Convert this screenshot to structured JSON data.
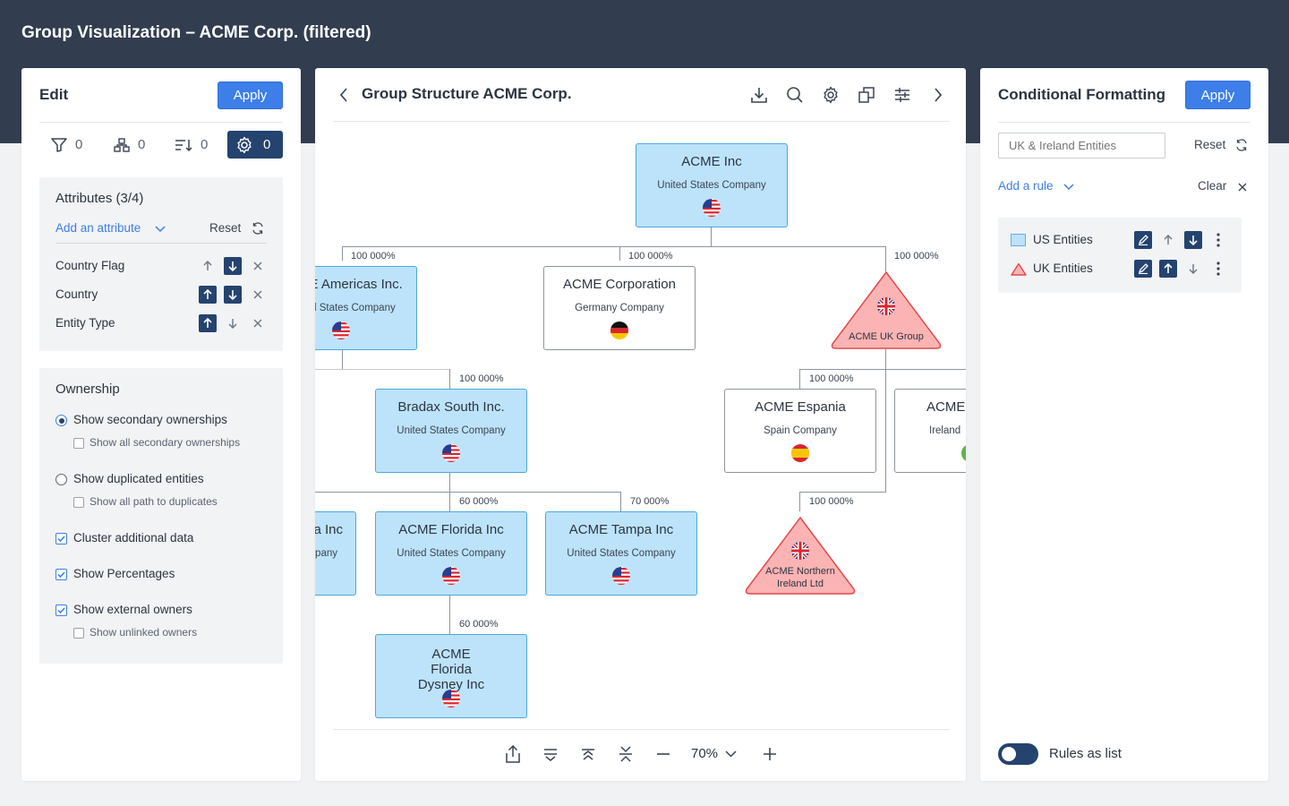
{
  "app": {
    "title": "Group Visualization – ACME Corp. (filtered)"
  },
  "edit": {
    "title": "Edit",
    "apply": "Apply",
    "tools": [
      {
        "icon": "filter-icon",
        "count": "0"
      },
      {
        "icon": "hierarchy-icon",
        "count": "0"
      },
      {
        "icon": "sort-icon",
        "count": "0"
      },
      {
        "icon": "gear-icon",
        "count": "0"
      }
    ],
    "attributes": {
      "title": "Attributes (3/4)",
      "add_label": "Add an attribute",
      "reset_label": "Reset",
      "items": [
        {
          "label": "Country Flag"
        },
        {
          "label": "Country"
        },
        {
          "label": "Entity Type"
        }
      ]
    },
    "ownership": {
      "title": "Ownership",
      "show_secondary": "Show secondary ownerships",
      "show_all_secondary": "Show all secondary ownerships",
      "show_duplicated": "Show duplicated entities",
      "show_all_path": "Show all path to duplicates",
      "cluster": "Cluster additional data",
      "percentages": "Show Percentages",
      "external": "Show external owners",
      "unlinked": "Show unlinked owners"
    }
  },
  "center": {
    "title": "Group Structure ACME Corp.",
    "zoom": "70%",
    "nodes": {
      "acme_inc": {
        "name": "ACME Inc",
        "sub": "United States Company"
      },
      "americas": {
        "name": "ACME Americas Inc.",
        "sub": "United States Company",
        "pct": "100 000%"
      },
      "corporation": {
        "name": "ACME Corporation",
        "sub": "Germany Company",
        "pct": "100 000%"
      },
      "uk_group": {
        "name": "ACME UK Group",
        "pct": "100 000%"
      },
      "bradax": {
        "name": "Bradax South Inc.",
        "sub": "United States Company",
        "pct": "100 000%"
      },
      "espania": {
        "name": "ACME Espania",
        "sub": "Spain Company",
        "pct": "100 000%"
      },
      "ireland": {
        "name": "ACME",
        "sub": "Ireland"
      },
      "partial": {
        "name": "ACME Alpha Inc",
        "sub": "United States Company"
      },
      "florida": {
        "name": "ACME Florida Inc",
        "sub": "United States Company",
        "pct": "60 000%"
      },
      "tampa": {
        "name": "ACME Tampa Inc",
        "sub": "United States Company",
        "pct": "70 000%"
      },
      "ni": {
        "name": "ACME Northern Ireland Ltd",
        "pct": "100 000%"
      },
      "dysney": {
        "name": "ACME Florida Dysney Inc",
        "pct": "60 000%"
      }
    }
  },
  "cf": {
    "title": "Conditional Formatting",
    "apply": "Apply",
    "search_placeholder": "UK & Ireland Entities",
    "reset_label": "Reset",
    "add_rule": "Add a rule",
    "clear": "Clear",
    "rules": [
      {
        "label": "US Entities",
        "color": "#5aaee6"
      },
      {
        "label": "UK Entities",
        "color": "#e14a4a"
      }
    ],
    "toggle_label": "Rules as list"
  }
}
